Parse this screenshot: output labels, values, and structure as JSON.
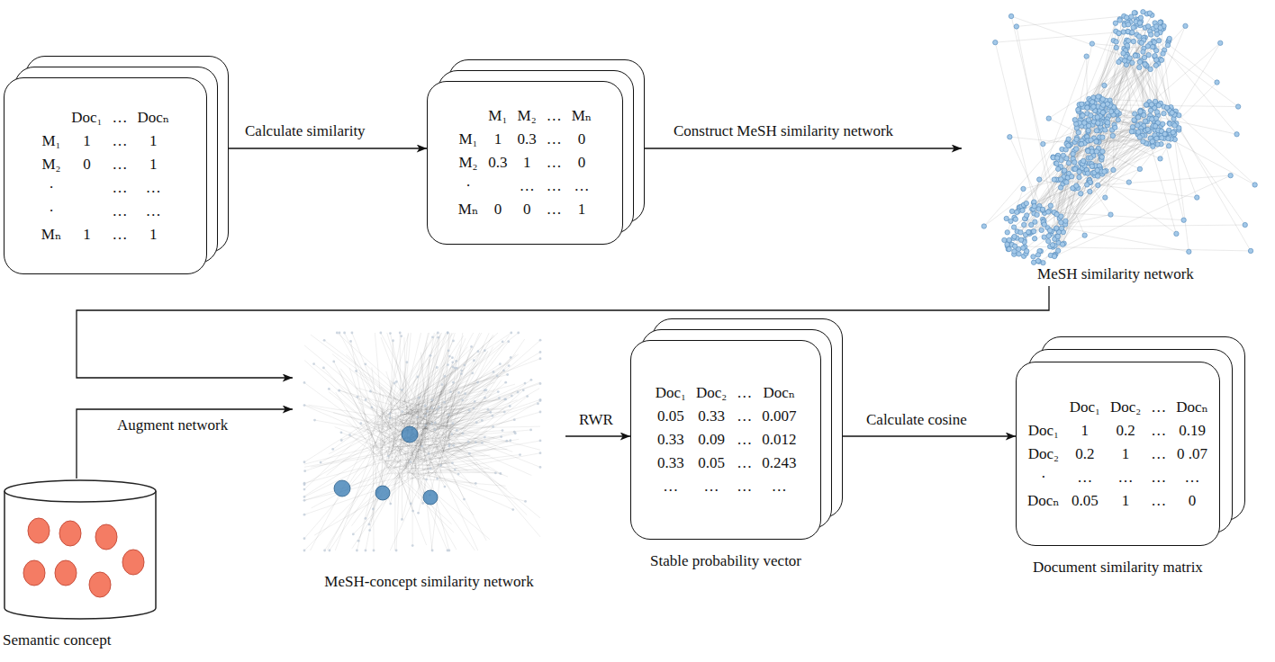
{
  "diagram": {
    "nodes": [
      {
        "text": [
          "Doc₁",
          "…",
          "Docₙ",
          "M₁",
          "1",
          "…",
          "1",
          "M₂",
          "0",
          "…",
          "1",
          "·",
          "…",
          "…",
          "·",
          "…",
          "…",
          "Mₙ",
          "1",
          "…",
          "1"
        ]
      },
      {
        "text": [
          "M₁",
          "M₂",
          "…",
          "Mₙ",
          "M₁",
          "1",
          "0.3",
          "…",
          "0",
          "M₂",
          "0.3",
          "1",
          "…",
          "0",
          "·",
          "…",
          "…",
          "…",
          "Mₙ",
          "0",
          "0",
          "…",
          "1"
        ]
      },
      {
        "text": [
          "MeSH similarity network"
        ]
      },
      {
        "text": [
          "Semantic concept"
        ]
      },
      {
        "text": [
          "MeSH-concept similarity network"
        ]
      },
      {
        "text": [
          "Doc₁",
          "Doc₂",
          "…",
          "Docₙ",
          "0.05",
          "0.33",
          "…",
          "0.007",
          "0.33",
          "0.09",
          "…",
          "0.012",
          "0.33",
          "0.05",
          "…",
          "0.243",
          "…",
          "…",
          "…",
          "…",
          "Stable probability vector"
        ]
      },
      {
        "text": [
          "Doc₁",
          "Doc₂",
          "…",
          "Docₙ",
          "Doc₁",
          "1",
          "0.2",
          "…",
          "0.19",
          "Doc₂",
          "0.2",
          "1",
          "…",
          "0 .07",
          "·",
          "…",
          "…",
          "…",
          "…",
          "Docₙ",
          "0.05",
          "1",
          "…",
          "0",
          "Document similarity matrix"
        ]
      }
    ],
    "edges": [
      {
        "from": 0,
        "to": 1,
        "label": "Calculate similarity",
        "arrow": "to"
      },
      {
        "from": 1,
        "to": 2,
        "label": "Construct MeSH similarity network",
        "arrow": "to"
      },
      {
        "from": 2,
        "to": 4,
        "arrow": "to"
      },
      {
        "from": 3,
        "to": 4,
        "label": "Augment network",
        "arrow": "to"
      },
      {
        "from": 4,
        "to": 5,
        "label": "RWR",
        "arrow": "to"
      },
      {
        "from": 5,
        "to": 6,
        "label": "Calculate cosine",
        "arrow": "to"
      }
    ]
  }
}
